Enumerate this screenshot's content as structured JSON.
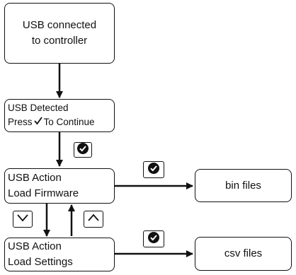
{
  "nodes": {
    "usb_connected": {
      "line1": "USB connected",
      "line2": "to controller"
    },
    "usb_detected": {
      "line1": "USB Detected",
      "line2_prefix": "Press",
      "line2_suffix": "To Continue"
    },
    "load_firmware": {
      "line1": "USB Action",
      "line2": "Load Firmware"
    },
    "load_settings": {
      "line1": "USB Action",
      "line2": "Load Settings"
    },
    "bin_files": {
      "label": "bin files"
    },
    "csv_files": {
      "label": "csv files"
    }
  },
  "buttons": {
    "confirm_1": {
      "icon": "check-circle-icon"
    },
    "confirm_2": {
      "icon": "check-circle-icon"
    },
    "confirm_3": {
      "icon": "check-circle-icon"
    },
    "down": {
      "icon": "chevron-down-icon"
    },
    "up": {
      "icon": "chevron-up-icon"
    }
  }
}
